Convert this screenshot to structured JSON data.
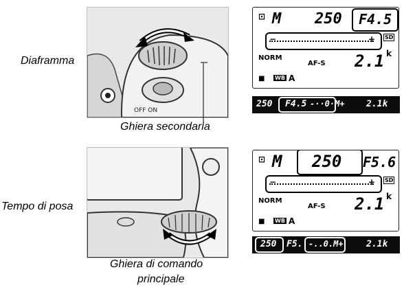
{
  "labels": {
    "aperture": "Diaframma",
    "sub_dial": "Ghiera secondaria",
    "shutter": "Tempo di posa",
    "main_dial_line1": "Ghiera di comando",
    "main_dial_line2": "principale"
  },
  "camera_illustration": {
    "mode_switch": "OFF ON"
  },
  "top_panel": {
    "mode": "M",
    "shutter": "250",
    "aperture": "F4.5",
    "quality": "NORM",
    "af_mode": "AF-S",
    "wb": "WB",
    "wb_value": "A",
    "shots": "2.1",
    "shots_k": "k",
    "sd": "SD"
  },
  "top_viewfinder": {
    "shutter": "250",
    "aperture": "F4.5",
    "meter": "-··0·M+",
    "shots": "2.1k"
  },
  "bottom_panel": {
    "mode": "M",
    "shutter": "250",
    "aperture": "F5.6",
    "quality": "NORM",
    "af_mode": "AF-S",
    "wb": "WB",
    "wb_value": "A",
    "shots": "2.1",
    "shots_k": "k",
    "sd": "SD"
  },
  "bottom_viewfinder": {
    "shutter": "250",
    "aperture": "F5.",
    "meter": "-..0.M+",
    "shots": "2.1k"
  }
}
